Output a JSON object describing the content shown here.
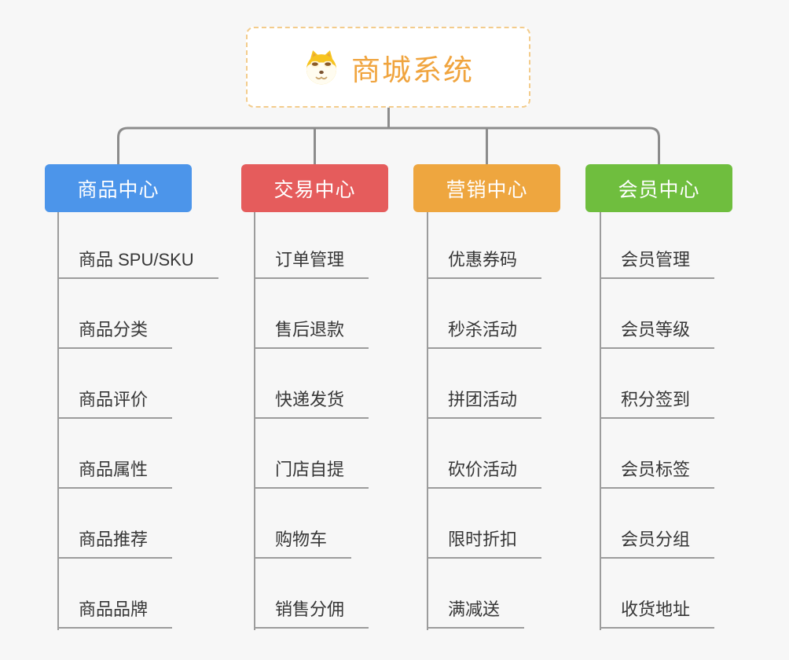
{
  "diagram": {
    "type": "mindmap-org-tree",
    "root": {
      "title": "商城系统",
      "icon": "dog-icon",
      "text_color": "#f0a43e",
      "border_color": "#f3cc8c",
      "background": "#ffffff"
    },
    "branches": [
      {
        "label": "商品中心",
        "color": "#4c95ea",
        "items": [
          "商品 SPU/SKU",
          "商品分类",
          "商品评价",
          "商品属性",
          "商品推荐",
          "商品品牌"
        ]
      },
      {
        "label": "交易中心",
        "color": "#e55c5c",
        "items": [
          "订单管理",
          "售后退款",
          "快递发货",
          "门店自提",
          "购物车",
          "销售分佣"
        ]
      },
      {
        "label": "营销中心",
        "color": "#eea63f",
        "items": [
          "优惠券码",
          "秒杀活动",
          "拼团活动",
          "砍价活动",
          "限时折扣",
          "满减送"
        ]
      },
      {
        "label": "会员中心",
        "color": "#6fbe3e",
        "items": [
          "会员管理",
          "会员等级",
          "积分签到",
          "会员标签",
          "会员分组",
          "收货地址"
        ]
      }
    ],
    "colors": {
      "page_background": "#f7f7f7",
      "connector": "#8c8c8c",
      "subtopic_line": "#9c9c9c",
      "subtopic_text": "#363636"
    }
  }
}
